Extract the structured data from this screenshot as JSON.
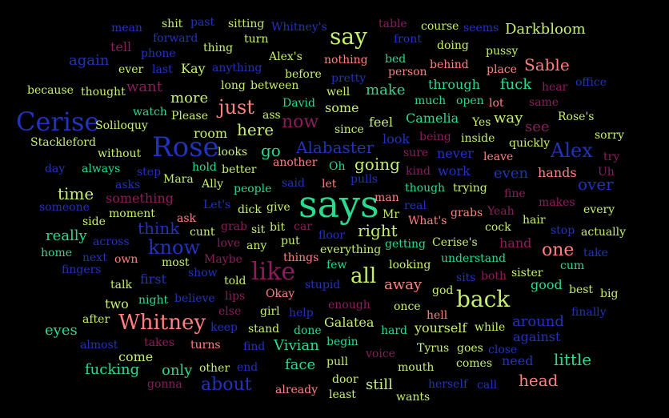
{
  "colors": {
    "background": "#000000",
    "palette": [
      "#2bd98f",
      "#c6f06c",
      "#ff8080",
      "#2233bb",
      "#8a1d5c",
      "#1a7fae",
      "#3bc88a"
    ]
  },
  "words": [
    {
      "text": "says",
      "size": 46,
      "color": "#2bd98f"
    },
    {
      "text": "Rose",
      "size": 34,
      "color": "#2233bb"
    },
    {
      "text": "Cerise",
      "size": 32,
      "color": "#2233bb"
    },
    {
      "text": "like",
      "size": 30,
      "color": "#8a1d5c"
    },
    {
      "text": "say",
      "size": 28,
      "color": "#c6f06c"
    },
    {
      "text": "back",
      "size": 28,
      "color": "#c6f06c"
    },
    {
      "text": "Whitney",
      "size": 26,
      "color": "#ff8080"
    },
    {
      "text": "know",
      "size": 24,
      "color": "#2233bb"
    },
    {
      "text": "all",
      "size": 26,
      "color": "#c6f06c"
    },
    {
      "text": "Alex",
      "size": 24,
      "color": "#2233bb"
    },
    {
      "text": "just",
      "size": 24,
      "color": "#ff8080"
    },
    {
      "text": "now",
      "size": 22,
      "color": "#8a1d5c"
    },
    {
      "text": "about",
      "size": 22,
      "color": "#2233bb"
    },
    {
      "text": "one",
      "size": 22,
      "color": "#ff8080"
    },
    {
      "text": "think",
      "size": 20,
      "color": "#2233bb"
    },
    {
      "text": "Alabaster",
      "size": 20,
      "color": "#2233bb"
    },
    {
      "text": "right",
      "size": 20,
      "color": "#c6f06c"
    },
    {
      "text": "go",
      "size": 20,
      "color": "#2bd98f"
    },
    {
      "text": "here",
      "size": 20,
      "color": "#c6f06c"
    },
    {
      "text": "Darkbloom",
      "size": 18,
      "color": "#c6f06c"
    },
    {
      "text": "Sable",
      "size": 20,
      "color": "#ff8080"
    },
    {
      "text": "time",
      "size": 20,
      "color": "#c6f06c"
    },
    {
      "text": "over",
      "size": 20,
      "color": "#2233bb"
    },
    {
      "text": "going",
      "size": 20,
      "color": "#c6f06c"
    },
    {
      "text": "head",
      "size": 20,
      "color": "#ff8080"
    },
    {
      "text": "little",
      "size": 20,
      "color": "#2bd98f"
    },
    {
      "text": "around",
      "size": 18,
      "color": "#2233bb"
    },
    {
      "text": "away",
      "size": 18,
      "color": "#ff8080"
    },
    {
      "text": "face",
      "size": 18,
      "color": "#2bd98f"
    },
    {
      "text": "Vivian",
      "size": 18,
      "color": "#2bd98f"
    },
    {
      "text": "Galatea",
      "size": 16,
      "color": "#c6f06c"
    },
    {
      "text": "eyes",
      "size": 18,
      "color": "#2bd98f"
    },
    {
      "text": "still",
      "size": 18,
      "color": "#c6f06c"
    },
    {
      "text": "fucking",
      "size": 18,
      "color": "#2bd98f"
    },
    {
      "text": "only",
      "size": 18,
      "color": "#2bd98f"
    },
    {
      "text": "way",
      "size": 18,
      "color": "#c6f06c"
    },
    {
      "text": "see",
      "size": 18,
      "color": "#8a1d5c"
    },
    {
      "text": "want",
      "size": 18,
      "color": "#8a1d5c"
    },
    {
      "text": "again",
      "size": 18,
      "color": "#2233bb"
    },
    {
      "text": "more",
      "size": 18,
      "color": "#c6f06c"
    },
    {
      "text": "fuck",
      "size": 18,
      "color": "#2bd98f"
    },
    {
      "text": "make",
      "size": 18,
      "color": "#2bd98f"
    },
    {
      "text": "Camelia",
      "size": 16,
      "color": "#2bd98f"
    },
    {
      "text": "hands",
      "size": 16,
      "color": "#ff8080"
    },
    {
      "text": "even",
      "size": 18,
      "color": "#2233bb"
    },
    {
      "text": "something",
      "size": 16,
      "color": "#8a1d5c"
    },
    {
      "text": "really",
      "size": 18,
      "color": "#2bd98f"
    },
    {
      "text": "good",
      "size": 16,
      "color": "#2bd98f"
    },
    {
      "text": "against",
      "size": 16,
      "color": "#2233bb"
    },
    {
      "text": "need",
      "size": 16,
      "color": "#2233bb"
    },
    {
      "text": "look",
      "size": 16,
      "color": "#2233bb"
    },
    {
      "text": "work",
      "size": 16,
      "color": "#2233bb"
    },
    {
      "text": "never",
      "size": 16,
      "color": "#2233bb"
    },
    {
      "text": "through",
      "size": 16,
      "color": "#2bd98f"
    },
    {
      "text": "Kay",
      "size": 16,
      "color": "#c6f06c"
    },
    {
      "text": "looks",
      "size": 14,
      "color": "#c6f06c"
    },
    {
      "text": "room",
      "size": 16,
      "color": "#c6f06c"
    },
    {
      "text": "some",
      "size": 16,
      "color": "#c6f06c"
    },
    {
      "text": "feel",
      "size": 16,
      "color": "#c6f06c"
    },
    {
      "text": "hand",
      "size": 16,
      "color": "#8a1d5c"
    },
    {
      "text": "two",
      "size": 16,
      "color": "#c6f06c"
    },
    {
      "text": "first",
      "size": 16,
      "color": "#2233bb"
    },
    {
      "text": "come",
      "size": 16,
      "color": "#c6f06c"
    },
    {
      "text": "mouth",
      "size": 14,
      "color": "#c6f06c"
    },
    {
      "text": "yourself",
      "size": 16,
      "color": "#c6f06c"
    },
    {
      "text": "hard",
      "size": 14,
      "color": "#2bd98f"
    },
    {
      "text": "once",
      "size": 14,
      "color": "#c6f06c"
    },
    {
      "text": "people",
      "size": 14,
      "color": "#2bd98f"
    },
    {
      "text": "ask",
      "size": 14,
      "color": "#ff8080"
    },
    {
      "text": "sit",
      "size": 14,
      "color": "#c6f06c"
    },
    {
      "text": "bit",
      "size": 14,
      "color": "#c6f06c"
    },
    {
      "text": "any",
      "size": 14,
      "color": "#c6f06c"
    },
    {
      "text": "put",
      "size": 14,
      "color": "#c6f06c"
    },
    {
      "text": "things",
      "size": 14,
      "color": "#ff8080"
    },
    {
      "text": "few",
      "size": 14,
      "color": "#2bd98f"
    },
    {
      "text": "looking",
      "size": 14,
      "color": "#c6f06c"
    },
    {
      "text": "understand",
      "size": 14,
      "color": "#2bd98f"
    },
    {
      "text": "getting",
      "size": 14,
      "color": "#2bd98f"
    },
    {
      "text": "Cerise's",
      "size": 14,
      "color": "#c6f06c"
    },
    {
      "text": "everything",
      "size": 14,
      "color": "#c6f06c"
    },
    {
      "text": "told",
      "size": 14,
      "color": "#c6f06c"
    },
    {
      "text": "Okay",
      "size": 14,
      "color": "#ff8080"
    },
    {
      "text": "girl",
      "size": 14,
      "color": "#c6f06c"
    },
    {
      "text": "help",
      "size": 14,
      "color": "#2233bb"
    },
    {
      "text": "stand",
      "size": 14,
      "color": "#c6f06c"
    },
    {
      "text": "done",
      "size": 14,
      "color": "#2bd98f"
    },
    {
      "text": "enough",
      "size": 14,
      "color": "#8a1d5c"
    },
    {
      "text": "begin",
      "size": 14,
      "color": "#2bd98f"
    },
    {
      "text": "voice",
      "size": 14,
      "color": "#8a1d5c"
    },
    {
      "text": "pull",
      "size": 14,
      "color": "#c6f06c"
    },
    {
      "text": "door",
      "size": 14,
      "color": "#c6f06c"
    },
    {
      "text": "least",
      "size": 14,
      "color": "#c6f06c"
    },
    {
      "text": "already",
      "size": 14,
      "color": "#ff8080"
    },
    {
      "text": "wants",
      "size": 14,
      "color": "#c6f06c"
    },
    {
      "text": "herself",
      "size": 14,
      "color": "#2233bb"
    },
    {
      "text": "call",
      "size": 14,
      "color": "#2233bb"
    },
    {
      "text": "comes",
      "size": 14,
      "color": "#c6f06c"
    },
    {
      "text": "goes",
      "size": 14,
      "color": "#c6f06c"
    },
    {
      "text": "close",
      "size": 14,
      "color": "#2233bb"
    },
    {
      "text": "Tyrus",
      "size": 14,
      "color": "#c6f06c"
    },
    {
      "text": "while",
      "size": 14,
      "color": "#c6f06c"
    },
    {
      "text": "finally",
      "size": 14,
      "color": "#2233bb"
    },
    {
      "text": "big",
      "size": 14,
      "color": "#c6f06c"
    },
    {
      "text": "best",
      "size": 14,
      "color": "#c6f06c"
    },
    {
      "text": "sister",
      "size": 14,
      "color": "#c6f06c"
    },
    {
      "text": "cum",
      "size": 14,
      "color": "#2bd98f"
    },
    {
      "text": "take",
      "size": 14,
      "color": "#2233bb"
    },
    {
      "text": "actually",
      "size": 14,
      "color": "#c6f06c"
    },
    {
      "text": "stop",
      "size": 14,
      "color": "#2233bb"
    },
    {
      "text": "every",
      "size": 14,
      "color": "#c6f06c"
    },
    {
      "text": "makes",
      "size": 14,
      "color": "#8a1d5c"
    },
    {
      "text": "hair",
      "size": 14,
      "color": "#c6f06c"
    },
    {
      "text": "Yeah",
      "size": 14,
      "color": "#8a1d5c"
    },
    {
      "text": "cock",
      "size": 14,
      "color": "#c6f06c"
    },
    {
      "text": "fine",
      "size": 14,
      "color": "#8a1d5c"
    },
    {
      "text": "grabs",
      "size": 14,
      "color": "#ff8080"
    },
    {
      "text": "What's",
      "size": 14,
      "color": "#ff8080"
    },
    {
      "text": "Mr",
      "size": 14,
      "color": "#c6f06c"
    },
    {
      "text": "real",
      "size": 14,
      "color": "#2233bb"
    },
    {
      "text": "man",
      "size": 14,
      "color": "#ff8080"
    },
    {
      "text": "trying",
      "size": 14,
      "color": "#c6f06c"
    },
    {
      "text": "though",
      "size": 14,
      "color": "#2bd98f"
    },
    {
      "text": "kind",
      "size": 14,
      "color": "#8a1d5c"
    },
    {
      "text": "sure",
      "size": 14,
      "color": "#8a1d5c"
    },
    {
      "text": "being",
      "size": 14,
      "color": "#8a1d5c"
    },
    {
      "text": "inside",
      "size": 14,
      "color": "#c6f06c"
    },
    {
      "text": "leave",
      "size": 14,
      "color": "#ff8080"
    },
    {
      "text": "quickly",
      "size": 14,
      "color": "#c6f06c"
    },
    {
      "text": "try",
      "size": 14,
      "color": "#8a1d5c"
    },
    {
      "text": "Uh",
      "size": 14,
      "color": "#8a1d5c"
    },
    {
      "text": "sorry",
      "size": 14,
      "color": "#c6f06c"
    },
    {
      "text": "Rose's",
      "size": 14,
      "color": "#c6f06c"
    },
    {
      "text": "same",
      "size": 14,
      "color": "#8a1d5c"
    },
    {
      "text": "hear",
      "size": 14,
      "color": "#8a1d5c"
    },
    {
      "text": "office",
      "size": 14,
      "color": "#2233bb"
    },
    {
      "text": "lot",
      "size": 14,
      "color": "#ff8080"
    },
    {
      "text": "open",
      "size": 14,
      "color": "#2bd98f"
    },
    {
      "text": "much",
      "size": 14,
      "color": "#2bd98f"
    },
    {
      "text": "Yes",
      "size": 14,
      "color": "#c6f06c"
    },
    {
      "text": "place",
      "size": 14,
      "color": "#ff8080"
    },
    {
      "text": "pussy",
      "size": 14,
      "color": "#c6f06c"
    },
    {
      "text": "behind",
      "size": 14,
      "color": "#ff8080"
    },
    {
      "text": "doing",
      "size": 14,
      "color": "#c6f06c"
    },
    {
      "text": "seems",
      "size": 14,
      "color": "#2233bb"
    },
    {
      "text": "course",
      "size": 14,
      "color": "#c6f06c"
    },
    {
      "text": "front",
      "size": 14,
      "color": "#2233bb"
    },
    {
      "text": "table",
      "size": 14,
      "color": "#8a1d5c"
    },
    {
      "text": "Whitney's",
      "size": 14,
      "color": "#2233bb"
    },
    {
      "text": "turn",
      "size": 14,
      "color": "#c6f06c"
    },
    {
      "text": "sitting",
      "size": 14,
      "color": "#c6f06c"
    },
    {
      "text": "past",
      "size": 14,
      "color": "#2233bb"
    },
    {
      "text": "shit",
      "size": 14,
      "color": "#c6f06c"
    },
    {
      "text": "mean",
      "size": 14,
      "color": "#2233bb"
    },
    {
      "text": "tell",
      "size": 16,
      "color": "#8a1d5c"
    },
    {
      "text": "forward",
      "size": 14,
      "color": "#2233bb"
    },
    {
      "text": "phone",
      "size": 14,
      "color": "#2233bb"
    },
    {
      "text": "thing",
      "size": 14,
      "color": "#c6f06c"
    },
    {
      "text": "anything",
      "size": 14,
      "color": "#2233bb"
    },
    {
      "text": "Alex's",
      "size": 14,
      "color": "#c6f06c"
    },
    {
      "text": "nothing",
      "size": 14,
      "color": "#ff8080"
    },
    {
      "text": "bed",
      "size": 14,
      "color": "#2bd98f"
    },
    {
      "text": "person",
      "size": 14,
      "color": "#ff8080"
    },
    {
      "text": "pretty",
      "size": 14,
      "color": "#2233bb"
    },
    {
      "text": "ever",
      "size": 14,
      "color": "#c6f06c"
    },
    {
      "text": "last",
      "size": 14,
      "color": "#2233bb"
    },
    {
      "text": "before",
      "size": 14,
      "color": "#c6f06c"
    },
    {
      "text": "long",
      "size": 14,
      "color": "#c6f06c"
    },
    {
      "text": "between",
      "size": 14,
      "color": "#c6f06c"
    },
    {
      "text": "well",
      "size": 14,
      "color": "#c6f06c"
    },
    {
      "text": "because",
      "size": 14,
      "color": "#c6f06c"
    },
    {
      "text": "thought",
      "size": 14,
      "color": "#c6f06c"
    },
    {
      "text": "watch",
      "size": 14,
      "color": "#2bd98f"
    },
    {
      "text": "Please",
      "size": 14,
      "color": "#c6f06c"
    },
    {
      "text": "ass",
      "size": 14,
      "color": "#c6f06c"
    },
    {
      "text": "David",
      "size": 14,
      "color": "#2bd98f"
    },
    {
      "text": "since",
      "size": 14,
      "color": "#c6f06c"
    },
    {
      "text": "Soliloquy",
      "size": 14,
      "color": "#c6f06c"
    },
    {
      "text": "Stackleford",
      "size": 14,
      "color": "#c6f06c"
    },
    {
      "text": "without",
      "size": 14,
      "color": "#c6f06c"
    },
    {
      "text": "another",
      "size": 14,
      "color": "#ff8080"
    },
    {
      "text": "Oh",
      "size": 14,
      "color": "#2bd98f"
    },
    {
      "text": "better",
      "size": 14,
      "color": "#c6f06c"
    },
    {
      "text": "hold",
      "size": 14,
      "color": "#2bd98f"
    },
    {
      "text": "day",
      "size": 14,
      "color": "#2233bb"
    },
    {
      "text": "always",
      "size": 14,
      "color": "#2bd98f"
    },
    {
      "text": "step",
      "size": 14,
      "color": "#2233bb"
    },
    {
      "text": "asks",
      "size": 14,
      "color": "#2233bb"
    },
    {
      "text": "Mara",
      "size": 14,
      "color": "#c6f06c"
    },
    {
      "text": "Ally",
      "size": 14,
      "color": "#c6f06c"
    },
    {
      "text": "said",
      "size": 14,
      "color": "#2233bb"
    },
    {
      "text": "let",
      "size": 14,
      "color": "#ff8080"
    },
    {
      "text": "pulls",
      "size": 14,
      "color": "#2233bb"
    },
    {
      "text": "someone",
      "size": 14,
      "color": "#2233bb"
    },
    {
      "text": "side",
      "size": 14,
      "color": "#c6f06c"
    },
    {
      "text": "moment",
      "size": 14,
      "color": "#c6f06c"
    },
    {
      "text": "Let's",
      "size": 14,
      "color": "#2233bb"
    },
    {
      "text": "dick",
      "size": 14,
      "color": "#c6f06c"
    },
    {
      "text": "give",
      "size": 14,
      "color": "#c6f06c"
    },
    {
      "text": "car",
      "size": 14,
      "color": "#8a1d5c"
    },
    {
      "text": "cunt",
      "size": 14,
      "color": "#c6f06c"
    },
    {
      "text": "grab",
      "size": 14,
      "color": "#8a1d5c"
    },
    {
      "text": "across",
      "size": 14,
      "color": "#2233bb"
    },
    {
      "text": "floor",
      "size": 14,
      "color": "#2233bb"
    },
    {
      "text": "love",
      "size": 14,
      "color": "#8a1d5c"
    },
    {
      "text": "home",
      "size": 14,
      "color": "#2bd98f"
    },
    {
      "text": "next",
      "size": 14,
      "color": "#2233bb"
    },
    {
      "text": "own",
      "size": 14,
      "color": "#ff8080"
    },
    {
      "text": "most",
      "size": 14,
      "color": "#c6f06c"
    },
    {
      "text": "Maybe",
      "size": 14,
      "color": "#8a1d5c"
    },
    {
      "text": "fingers",
      "size": 14,
      "color": "#2233bb"
    },
    {
      "text": "show",
      "size": 14,
      "color": "#2233bb"
    },
    {
      "text": "stupid",
      "size": 14,
      "color": "#2233bb"
    },
    {
      "text": "talk",
      "size": 14,
      "color": "#c6f06c"
    },
    {
      "text": "night",
      "size": 14,
      "color": "#2bd98f"
    },
    {
      "text": "believe",
      "size": 14,
      "color": "#2233bb"
    },
    {
      "text": "lips",
      "size": 14,
      "color": "#8a1d5c"
    },
    {
      "text": "else",
      "size": 14,
      "color": "#8a1d5c"
    },
    {
      "text": "god",
      "size": 14,
      "color": "#c6f06c"
    },
    {
      "text": "sits",
      "size": 14,
      "color": "#2233bb"
    },
    {
      "text": "both",
      "size": 14,
      "color": "#8a1d5c"
    },
    {
      "text": "hell",
      "size": 14,
      "color": "#ff8080"
    },
    {
      "text": "after",
      "size": 14,
      "color": "#c6f06c"
    },
    {
      "text": "keep",
      "size": 14,
      "color": "#2233bb"
    },
    {
      "text": "almost",
      "size": 14,
      "color": "#2233bb"
    },
    {
      "text": "takes",
      "size": 14,
      "color": "#8a1d5c"
    },
    {
      "text": "turns",
      "size": 14,
      "color": "#ff8080"
    },
    {
      "text": "find",
      "size": 14,
      "color": "#2233bb"
    },
    {
      "text": "other",
      "size": 14,
      "color": "#c6f06c"
    },
    {
      "text": "end",
      "size": 14,
      "color": "#2233bb"
    },
    {
      "text": "gonna",
      "size": 14,
      "color": "#8a1d5c"
    }
  ]
}
